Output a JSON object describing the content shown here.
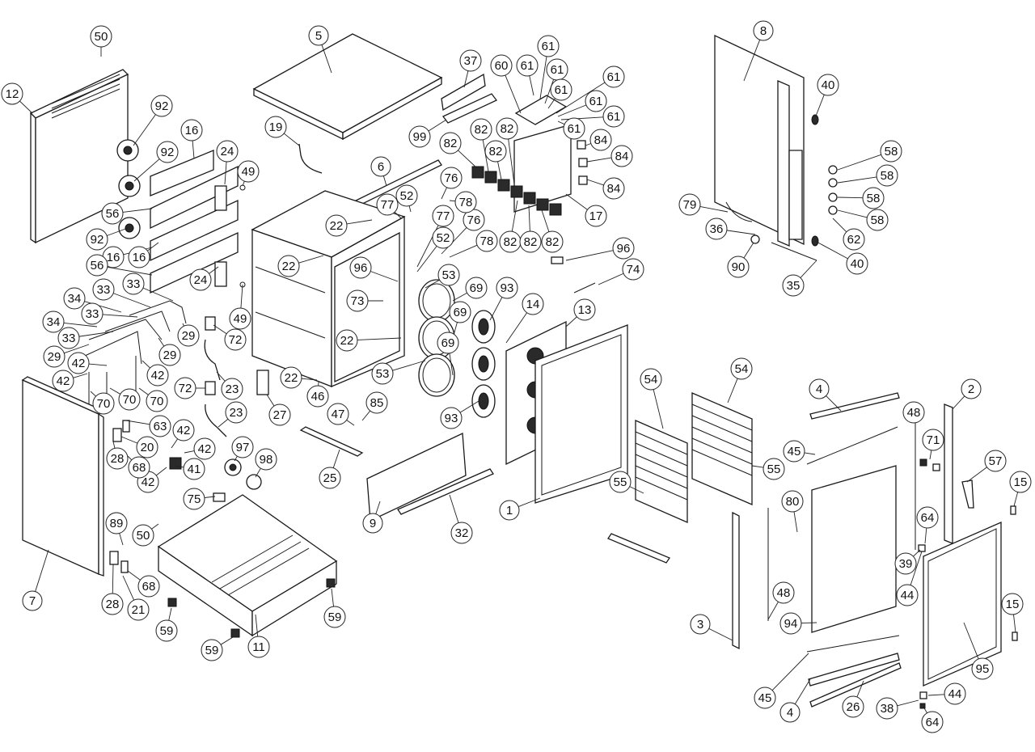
{
  "diagram": {
    "parts": [
      {
        "id": "p50a",
        "num": "50"
      },
      {
        "id": "p12",
        "num": "12"
      },
      {
        "id": "p92a",
        "num": "92"
      },
      {
        "id": "p92b",
        "num": "92"
      },
      {
        "id": "p92c",
        "num": "92"
      },
      {
        "id": "p16a",
        "num": "16"
      },
      {
        "id": "p16b",
        "num": "16"
      },
      {
        "id": "p16c",
        "num": "16"
      },
      {
        "id": "p24a",
        "num": "24"
      },
      {
        "id": "p24b",
        "num": "24"
      },
      {
        "id": "p49a",
        "num": "49"
      },
      {
        "id": "p49b",
        "num": "49"
      },
      {
        "id": "p56a",
        "num": "56"
      },
      {
        "id": "p56b",
        "num": "56"
      },
      {
        "id": "p5",
        "num": "5"
      },
      {
        "id": "p19",
        "num": "19"
      },
      {
        "id": "p6",
        "num": "6"
      },
      {
        "id": "p37",
        "num": "37"
      },
      {
        "id": "p99",
        "num": "99"
      },
      {
        "id": "p60",
        "num": "60"
      },
      {
        "id": "p61a",
        "num": "61"
      },
      {
        "id": "p61b",
        "num": "61"
      },
      {
        "id": "p61c",
        "num": "61"
      },
      {
        "id": "p61d",
        "num": "61"
      },
      {
        "id": "p61e",
        "num": "61"
      },
      {
        "id": "p61f",
        "num": "61"
      },
      {
        "id": "p61g",
        "num": "61"
      },
      {
        "id": "p61h",
        "num": "61"
      },
      {
        "id": "p82a",
        "num": "82"
      },
      {
        "id": "p82b",
        "num": "82"
      },
      {
        "id": "p82c",
        "num": "82"
      },
      {
        "id": "p82d",
        "num": "82"
      },
      {
        "id": "p82e",
        "num": "82"
      },
      {
        "id": "p82f",
        "num": "82"
      },
      {
        "id": "p82g",
        "num": "82"
      },
      {
        "id": "p84a",
        "num": "84"
      },
      {
        "id": "p84b",
        "num": "84"
      },
      {
        "id": "p84c",
        "num": "84"
      },
      {
        "id": "p17",
        "num": "17"
      },
      {
        "id": "p8",
        "num": "8"
      },
      {
        "id": "p40a",
        "num": "40"
      },
      {
        "id": "p40b",
        "num": "40"
      },
      {
        "id": "p58a",
        "num": "58"
      },
      {
        "id": "p58b",
        "num": "58"
      },
      {
        "id": "p58c",
        "num": "58"
      },
      {
        "id": "p58d",
        "num": "58"
      },
      {
        "id": "p62",
        "num": "62"
      },
      {
        "id": "p79",
        "num": "79"
      },
      {
        "id": "p36",
        "num": "36"
      },
      {
        "id": "p90",
        "num": "90"
      },
      {
        "id": "p35",
        "num": "35"
      },
      {
        "id": "p22a",
        "num": "22"
      },
      {
        "id": "p22b",
        "num": "22"
      },
      {
        "id": "p22c",
        "num": "22"
      },
      {
        "id": "p22d",
        "num": "22"
      },
      {
        "id": "p77a",
        "num": "77"
      },
      {
        "id": "p77b",
        "num": "77"
      },
      {
        "id": "p52a",
        "num": "52"
      },
      {
        "id": "p52b",
        "num": "52"
      },
      {
        "id": "p76a",
        "num": "76"
      },
      {
        "id": "p76b",
        "num": "76"
      },
      {
        "id": "p78a",
        "num": "78"
      },
      {
        "id": "p78b",
        "num": "78"
      },
      {
        "id": "p96a",
        "num": "96"
      },
      {
        "id": "p96b",
        "num": "96"
      },
      {
        "id": "p74",
        "num": "74"
      },
      {
        "id": "p53a",
        "num": "53"
      },
      {
        "id": "p53b",
        "num": "53"
      },
      {
        "id": "p73",
        "num": "73"
      },
      {
        "id": "p69a",
        "num": "69"
      },
      {
        "id": "p69b",
        "num": "69"
      },
      {
        "id": "p69c",
        "num": "69"
      },
      {
        "id": "p93a",
        "num": "93"
      },
      {
        "id": "p93b",
        "num": "93"
      },
      {
        "id": "p14",
        "num": "14"
      },
      {
        "id": "p13",
        "num": "13"
      },
      {
        "id": "p33a",
        "num": "33"
      },
      {
        "id": "p33b",
        "num": "33"
      },
      {
        "id": "p33c",
        "num": "33"
      },
      {
        "id": "p33d",
        "num": "33"
      },
      {
        "id": "p34a",
        "num": "34"
      },
      {
        "id": "p34b",
        "num": "34"
      },
      {
        "id": "p29a",
        "num": "29"
      },
      {
        "id": "p29b",
        "num": "29"
      },
      {
        "id": "p29c",
        "num": "29"
      },
      {
        "id": "p72a",
        "num": "72"
      },
      {
        "id": "p72b",
        "num": "72"
      },
      {
        "id": "p42a",
        "num": "42"
      },
      {
        "id": "p42b",
        "num": "42"
      },
      {
        "id": "p42c",
        "num": "42"
      },
      {
        "id": "p42d",
        "num": "42"
      },
      {
        "id": "p42e",
        "num": "42"
      },
      {
        "id": "p42f",
        "num": "42"
      },
      {
        "id": "p70a",
        "num": "70"
      },
      {
        "id": "p70b",
        "num": "70"
      },
      {
        "id": "p70c",
        "num": "70"
      },
      {
        "id": "p23a",
        "num": "23"
      },
      {
        "id": "p23b",
        "num": "23"
      },
      {
        "id": "p46",
        "num": "46"
      },
      {
        "id": "p27",
        "num": "27"
      },
      {
        "id": "p47",
        "num": "47"
      },
      {
        "id": "p85",
        "num": "85"
      },
      {
        "id": "p63",
        "num": "63"
      },
      {
        "id": "p20",
        "num": "20"
      },
      {
        "id": "p28a",
        "num": "28"
      },
      {
        "id": "p28b",
        "num": "28"
      },
      {
        "id": "p68a",
        "num": "68"
      },
      {
        "id": "p68b",
        "num": "68"
      },
      {
        "id": "p41",
        "num": "41"
      },
      {
        "id": "p97",
        "num": "97"
      },
      {
        "id": "p98",
        "num": "98"
      },
      {
        "id": "p25",
        "num": "25"
      },
      {
        "id": "p75",
        "num": "75"
      },
      {
        "id": "p50b",
        "num": "50"
      },
      {
        "id": "p89",
        "num": "89"
      },
      {
        "id": "p21",
        "num": "21"
      },
      {
        "id": "p7",
        "num": "7"
      },
      {
        "id": "p9",
        "num": "9"
      },
      {
        "id": "p32",
        "num": "32"
      },
      {
        "id": "p1",
        "num": "1"
      },
      {
        "id": "p59a",
        "num": "59"
      },
      {
        "id": "p59b",
        "num": "59"
      },
      {
        "id": "p59c",
        "num": "59"
      },
      {
        "id": "p11",
        "num": "11"
      },
      {
        "id": "p54a",
        "num": "54"
      },
      {
        "id": "p54b",
        "num": "54"
      },
      {
        "id": "p55a",
        "num": "55"
      },
      {
        "id": "p55b",
        "num": "55"
      },
      {
        "id": "p3",
        "num": "3"
      },
      {
        "id": "p4a",
        "num": "4"
      },
      {
        "id": "p4b",
        "num": "4"
      },
      {
        "id": "p45a",
        "num": "45"
      },
      {
        "id": "p45b",
        "num": "45"
      },
      {
        "id": "p48a",
        "num": "48"
      },
      {
        "id": "p48b",
        "num": "48"
      },
      {
        "id": "p80",
        "num": "80"
      },
      {
        "id": "p94",
        "num": "94"
      },
      {
        "id": "p71",
        "num": "71"
      },
      {
        "id": "p2",
        "num": "2"
      },
      {
        "id": "p57",
        "num": "57"
      },
      {
        "id": "p15a",
        "num": "15"
      },
      {
        "id": "p15b",
        "num": "15"
      },
      {
        "id": "p64a",
        "num": "64"
      },
      {
        "id": "p64b",
        "num": "64"
      },
      {
        "id": "p39",
        "num": "39"
      },
      {
        "id": "p44a",
        "num": "44"
      },
      {
        "id": "p44b",
        "num": "44"
      },
      {
        "id": "p95",
        "num": "95"
      },
      {
        "id": "p26",
        "num": "26"
      },
      {
        "id": "p38",
        "num": "38"
      }
    ]
  }
}
